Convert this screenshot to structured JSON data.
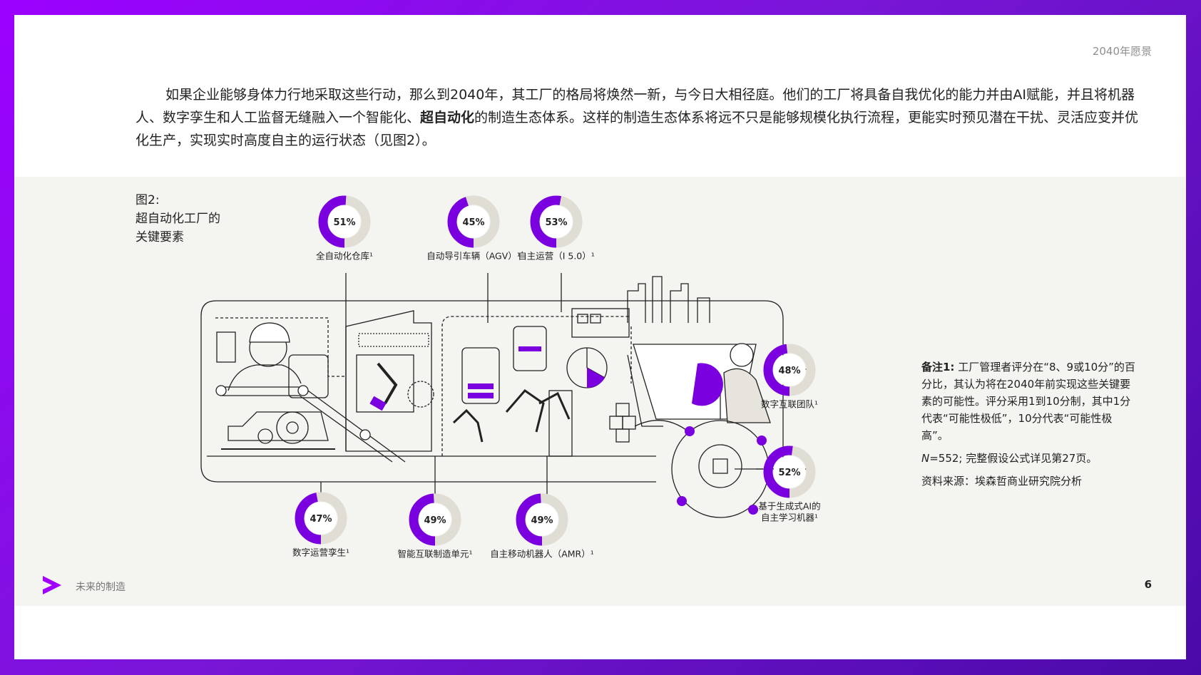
{
  "header": {
    "section_label": "2040年愿景"
  },
  "intro": {
    "before_bold": "如果企业能够身体力行地采取这些行动，那么到2040年，其工厂的格局将焕然一新，与今日大相径庭。他们的工厂将具备自我优化的能力并由AI赋能，并且将机器人、数字孪生和人工监督无缝融入一个智能化、",
    "bold": "超自动化",
    "after_bold": "的制造生态体系。这样的制造生态体系将远不只是能够规模化执行流程，更能实时预见潜在干扰、灵活应变并优化生产，实现实时高度自主的运行状态（见图2）。"
  },
  "figure": {
    "title_lines": [
      "图2:",
      "超自动化工厂的",
      "关键要素"
    ],
    "elements": [
      {
        "label": "全自动化仓库¹",
        "value": 51,
        "display": "51"
      },
      {
        "label": "自动导引车辆（AGV）¹",
        "value": 45,
        "display": "45"
      },
      {
        "label": "自主运营（I 5.0）¹",
        "value": 53,
        "display": "53"
      },
      {
        "label": "数字互联团队¹",
        "value": 48,
        "display": "48"
      },
      {
        "label_lines": [
          "基于生成式AI的",
          "自主学习机器¹"
        ],
        "value": 52,
        "display": "52"
      },
      {
        "label": "数字运营孪生¹",
        "value": 47,
        "display": "47"
      },
      {
        "label": "智能互联制造单元¹",
        "value": 49,
        "display": "49"
      },
      {
        "label": "自主移动机器人（AMR）¹",
        "value": 49,
        "display": "49"
      }
    ],
    "percent_sign": "%",
    "colors": {
      "accent": "#7b00e0",
      "track": "#e0ddd4",
      "line": "#222222"
    }
  },
  "notes": {
    "note1_label": "备注1:",
    "note1_text": " 工厂管理者评分在“8、9或10分”的百分比，其认为将在2040年前实现这些关键要素的可能性。评分采用1到10分制，其中1分代表“可能性极低”，10分代表“可能性极高”。",
    "n_label": "N",
    "n_text": "=552; 完整假设公式详见第27页。",
    "source": "资料来源：埃森哲商业研究院分析"
  },
  "footer": {
    "title": "未来的制造",
    "page_number": "6",
    "logo": "accenture-chevron-logo"
  }
}
